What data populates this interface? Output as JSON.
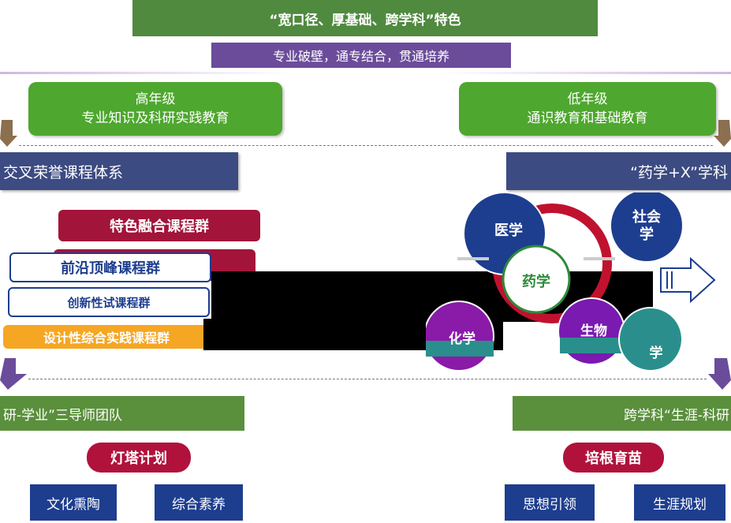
{
  "header": {
    "title": "“宽口径、厚基础、跨学科”特色",
    "subtitle": "专业破壁，通专结合，贯通培养"
  },
  "left_box": {
    "line1": "高年级",
    "line2": "专业知识及科研实践教育"
  },
  "right_box": {
    "line1": "低年级",
    "line2": "通识教育和基础教育"
  },
  "left_bar": "交叉荣誉课程体系",
  "right_bar": "“药学+X”学科",
  "courses": [
    {
      "label": "特色融合课程群",
      "color": "#a3143a",
      "text_color": "#ffffff"
    },
    {
      "label": "前沿顶峰课程群",
      "color": "#ffffff",
      "text_color": "#1d3d8f"
    },
    {
      "label": "创新性试课程群",
      "color": "#ffffff",
      "text_color": "#1d3d8f"
    },
    {
      "label": "设计性综合实践课程群",
      "color": "#f5a623",
      "text_color": "#ffffff"
    }
  ],
  "venn": {
    "medicine": "医学",
    "social": "社会学",
    "pharmacy": "药学",
    "chemistry": "化学",
    "biology": "生物",
    "other": "学",
    "colors": {
      "medicine": "#1d3d8f",
      "social": "#1d3d8f",
      "pharmacy": "#2e8b3a",
      "chemistry": "#8a1aa8",
      "biology": "#7a1ab0",
      "teal": "#2a8f8c",
      "red": "#c0122f"
    }
  },
  "team_left": "研-学业”三导师团队",
  "team_right": "跨学科“生涯-科研",
  "plan_left": "灯塔计划",
  "plan_right": "培根育苗",
  "bottom_left": [
    "文化熏陶",
    "综合素养"
  ],
  "bottom_right": [
    "思想引领",
    "生涯规划"
  ]
}
